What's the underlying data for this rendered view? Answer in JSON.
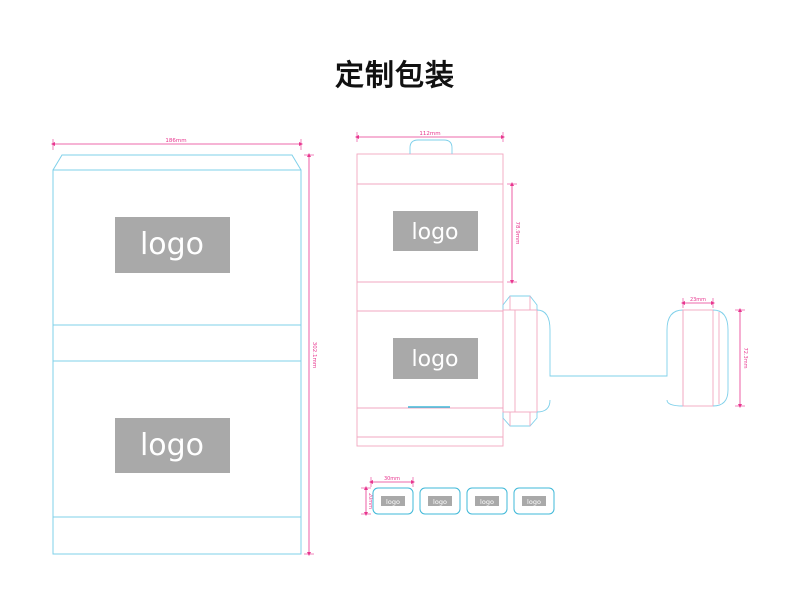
{
  "title": "定制包装",
  "logo_label": "logo",
  "colors": {
    "cut_line": "#7fd0ea",
    "fold_line": "#f2a7c0",
    "dimension": "#e8368f",
    "logo_fill": "#a9a9a9",
    "accent": "#3fb8d8"
  },
  "left_panel": {
    "width_label": "186mm",
    "height_label": "302.1mm"
  },
  "middle_panel": {
    "width_label": "112mm",
    "height_label": "78.9mm"
  },
  "side_strip": {
    "width_label": "23mm",
    "height_label": "72.3mm"
  },
  "small_labels": {
    "width_label": "30mm",
    "height_label": "20mm"
  }
}
